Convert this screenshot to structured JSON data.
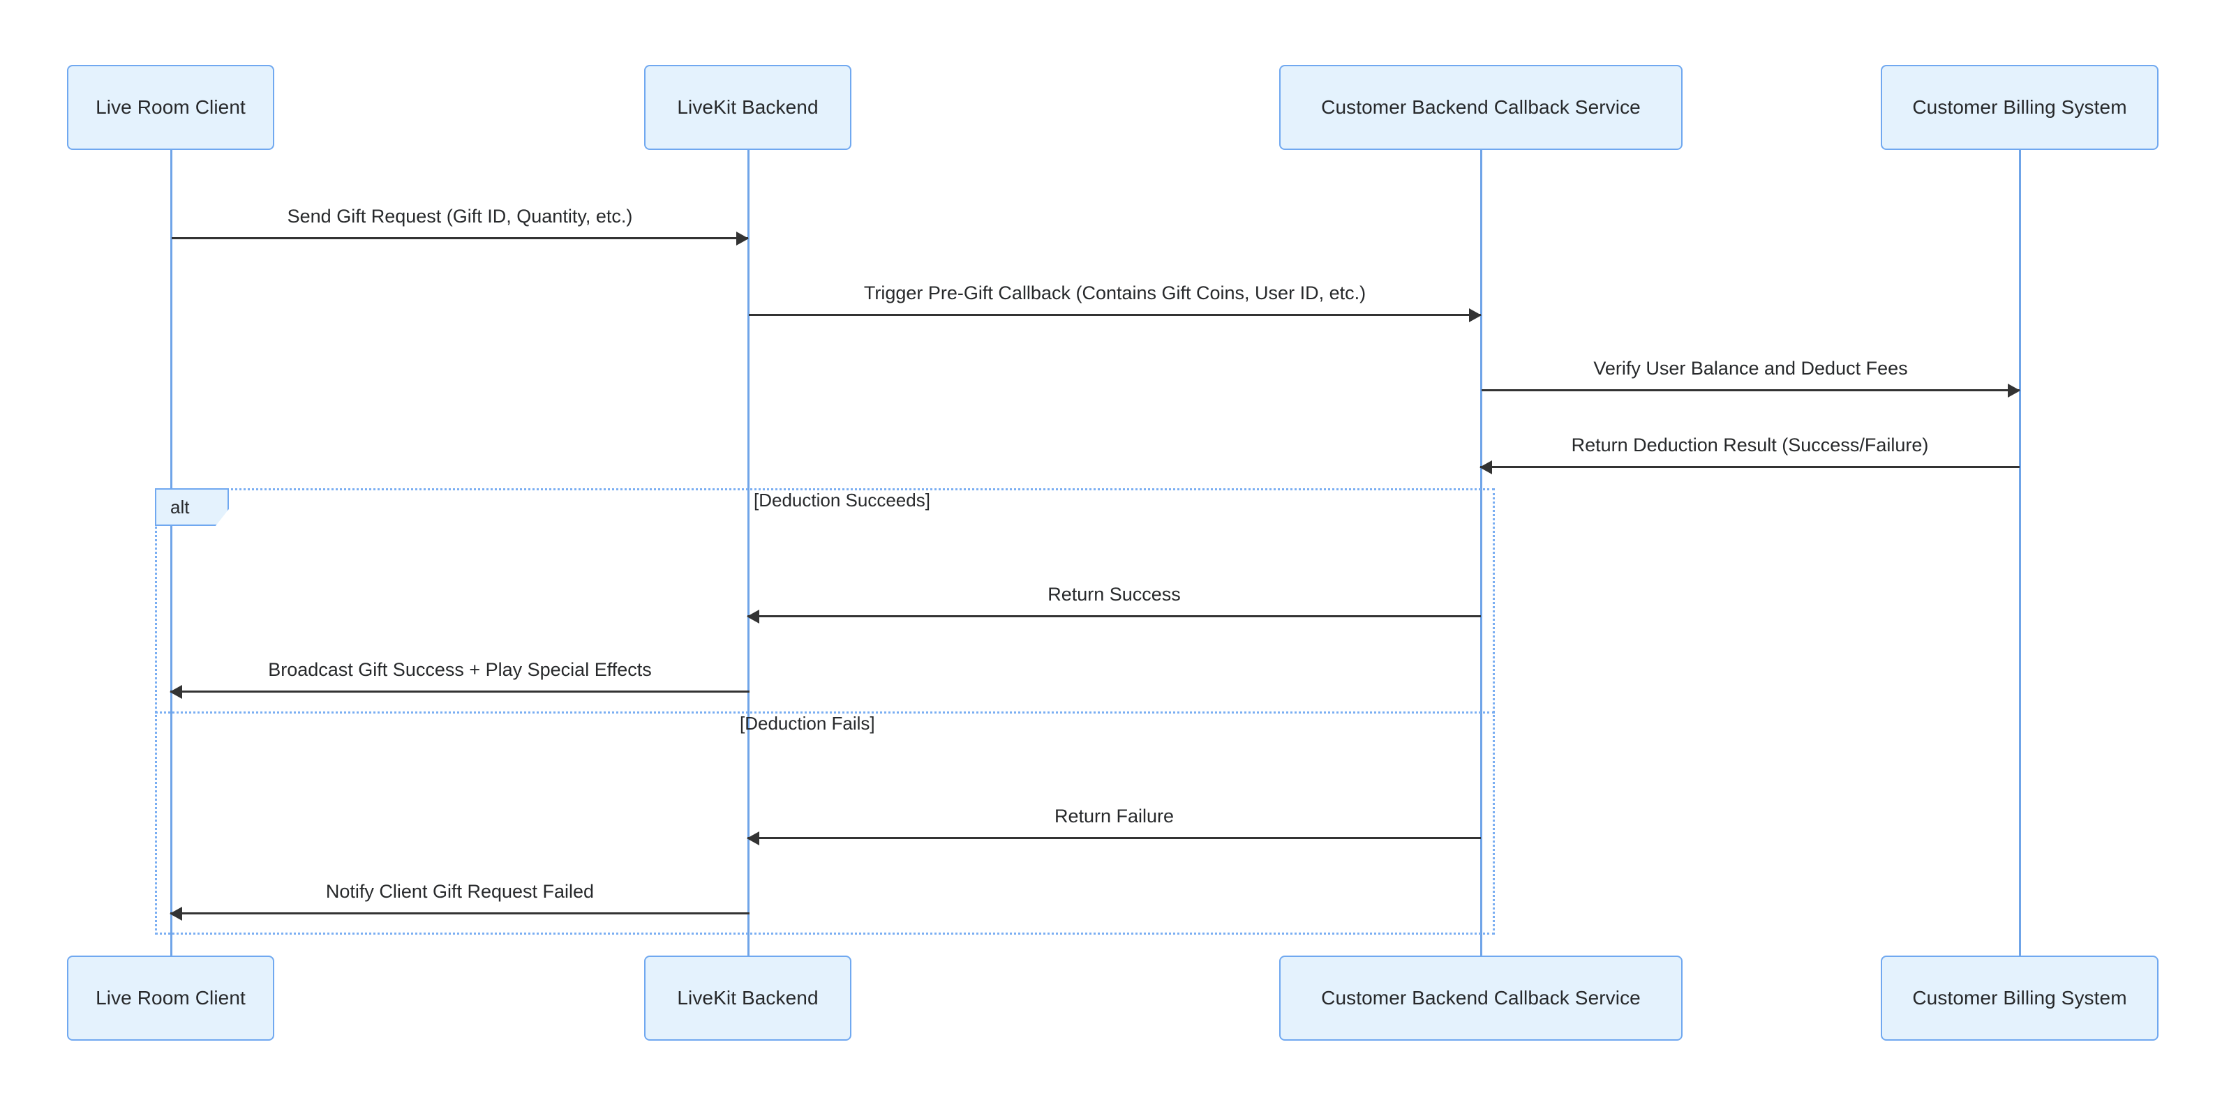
{
  "diagram": {
    "type": "sequence-diagram",
    "title": "",
    "colors": {
      "actor_fill": "#e4f2fd",
      "actor_border": "#70a8f0",
      "lifeline": "#6fa4e8",
      "arrow": "#333333",
      "fragment_border": "#7aaef2",
      "text": "#27292b",
      "background": "#ffffff"
    }
  },
  "participants": [
    {
      "id": "client",
      "label": "Live Room Client"
    },
    {
      "id": "livekit",
      "label": "LiveKit Backend"
    },
    {
      "id": "callback",
      "label": "Customer Backend Callback Service"
    },
    {
      "id": "billing",
      "label": "Customer Billing System"
    }
  ],
  "messages": [
    {
      "id": "m1",
      "from": "client",
      "to": "livekit",
      "direction": "right",
      "label": "Send Gift Request (Gift ID, Quantity, etc.)"
    },
    {
      "id": "m2",
      "from": "livekit",
      "to": "callback",
      "direction": "right",
      "label": "Trigger Pre-Gift Callback (Contains Gift Coins, User ID, etc.)"
    },
    {
      "id": "m3",
      "from": "callback",
      "to": "billing",
      "direction": "right",
      "label": "Verify User Balance and Deduct Fees"
    },
    {
      "id": "m4",
      "from": "billing",
      "to": "callback",
      "direction": "left",
      "label": "Return Deduction Result (Success/Failure)"
    },
    {
      "id": "m5",
      "from": "callback",
      "to": "livekit",
      "direction": "left",
      "label": "Return Success"
    },
    {
      "id": "m6",
      "from": "livekit",
      "to": "client",
      "direction": "left",
      "label": "Broadcast Gift Success + Play Special Effects"
    },
    {
      "id": "m7",
      "from": "callback",
      "to": "livekit",
      "direction": "left",
      "label": "Return Failure"
    },
    {
      "id": "m8",
      "from": "livekit",
      "to": "client",
      "direction": "left",
      "label": "Notify Client Gift Request Failed"
    }
  ],
  "fragment": {
    "kind_label": "alt",
    "conditions": [
      "[Deduction Succeeds]",
      "[Deduction Fails]"
    ]
  }
}
